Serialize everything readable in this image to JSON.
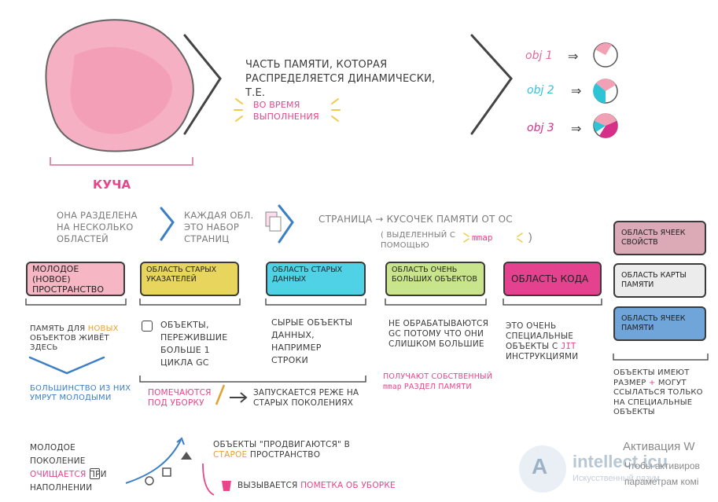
{
  "heap": {
    "label": "КУЧА",
    "definition": "ЧАСТЬ ПАМЯТИ, КОТОРАЯ РАСПРЕДЕЛЯЕТСЯ ДИНАМИЧЕСКИ, Т.Е.",
    "runtime_note": "ВО ВРЕМЯ ВЫПОЛНЕНИЯ"
  },
  "objects": [
    {
      "label": "obj 1",
      "color": "#e7679a"
    },
    {
      "label": "obj 2",
      "color": "#2ec4d6"
    },
    {
      "label": "obj 3",
      "color": "#d62f8a"
    }
  ],
  "regions": {
    "intro": "ОНА РАЗДЕЛЕНА НА НЕСКОЛЬКО ОБЛАСТЕЙ",
    "pages": "КАЖДАЯ ОБЛ. ЭТО НАБОР СТРАНИЦ",
    "page_def": "СТРАНИЦА → КУСОЧЕК ПАМЯТИ ОТ ОС",
    "page_alloc": "( ВЫДЕЛЕННЫЙ С ПОМОЩЬЮ",
    "mmap": "mmap"
  },
  "areas": [
    {
      "title": "МОЛОДОЕ (НОВОЕ) ПРОСТРАНСТВО",
      "color": "#f6b6c4"
    },
    {
      "title": "ОБЛАСТЬ СТАРЫХ УКАЗАТЕЛЕЙ",
      "color": "#e8d55e"
    },
    {
      "title": "ОБЛАСТЬ СТАРЫХ ДАННЫХ",
      "color": "#4fd2e6"
    },
    {
      "title": "ОБЛАСТЬ ОЧЕНЬ БОЛЬШИХ ОБЪЕКТОВ",
      "color": "#c9e58b"
    },
    {
      "title": "ОБЛАСТЬ КОДА",
      "color": "#e4418f"
    }
  ],
  "side_areas": [
    {
      "title": "ОБЛАСТЬ ЯЧЕЕК СВОЙСТВ",
      "color": "#dcaab6"
    },
    {
      "title": "ОБЛАСТЬ КАРТЫ ПАМЯТИ",
      "color": "#e6e6e6"
    },
    {
      "title": "ОБЛАСТЬ ЯЧЕЕК ПАМЯТИ",
      "color": "#6fa5d8"
    }
  ],
  "descriptions": {
    "young_1": "ПАМЯТЬ ДЛЯ",
    "young_new": "НОВЫХ",
    "young_2": "ОБЪЕКТОВ ЖИВЁТ ЗДЕСЬ",
    "young_die": "БОЛЬШИНСТВО ИЗ НИХ УМРУТ МОЛОДЫМИ",
    "old_ptr": "ОБЪЕКТЫ, ПЕРЕЖИВШИЕ БОЛЬШЕ 1 ЦИКЛА GC",
    "old_data": "СЫРЫЕ ОБЪЕКТЫ ДАННЫХ, НАПРИМЕР СТРОКИ",
    "large": "НЕ ОБРАБАТЫВАЮТСЯ GC ПОТОМУ ЧТО ОНИ СЛИШКОМ БОЛЬШИЕ",
    "large_own": "ПОЛУЧАЮТ СОБСТВЕННЫЙ",
    "large_own_mmap": "mmap",
    "large_own_2": "РАЗДЕЛ ПАМЯТИ",
    "code_1": "ЭТО ОЧЕНЬ СПЕЦИАЛЬНЫЕ ОБЪЕКТЫ С",
    "code_jit": "JIT",
    "code_2": "ИНСТРУКЦИЯМИ",
    "marked": "ПОМЕЧАЮТСЯ ПОД УБОРКУ",
    "runs_rarely": "ЗАПУСКАЕТСЯ РЕЖЕ НА СТАРЫХ ПОКОЛЕНИЯХ",
    "side_note_1": "ОБЪЕКТЫ ИМЕЮТ РАЗМЕР",
    "side_plus": "+",
    "side_note_2": "МОГУТ ССЫЛАТЬСЯ ТОЛЬКО НА СПЕЦИАЛЬНЫЕ ОБЪЕКТЫ"
  },
  "bottom": {
    "young_gen_1": "МОЛОДОЕ ПОКОЛЕНИЕ",
    "young_gen_clean": "ОЧИЩАЕТСЯ",
    "young_gen_2": "ПРИ НАПОЛНЕНИИ",
    "promote_1": "ОБЪЕКТЫ \"ПРОДВИГАЮТСЯ\" В",
    "promote_old": "СТАРОЕ",
    "promote_2": "ПРОСТРАНСТВО",
    "called": "ВЫЗЫВАЕТСЯ",
    "called_mark": "ПОМЕТКА ОБ УБОРКЕ"
  },
  "watermark": {
    "activate_1": "Активация W",
    "activate_2": "Чтобы активиров",
    "activate_3": "параметрам комі",
    "logo_text": "intellect.icu",
    "logo_sub": "Искусственный разум"
  }
}
